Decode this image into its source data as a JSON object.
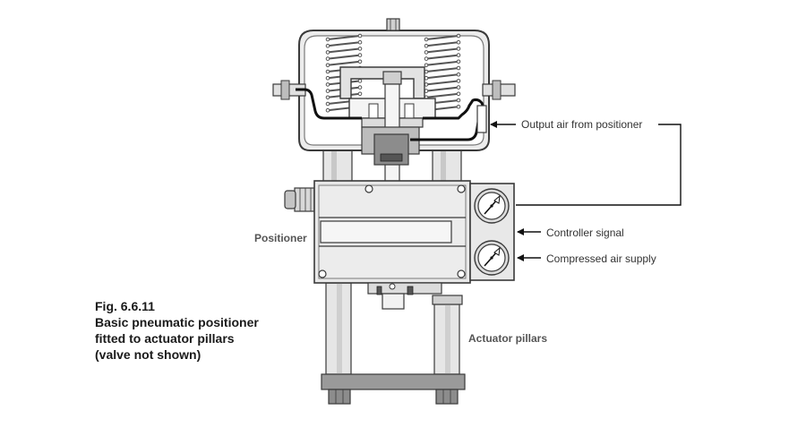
{
  "figure": {
    "caption_lines": [
      "Fig. 6.6.11",
      "Basic pneumatic positioner",
      "fitted to actuator pillars",
      "(valve not shown)"
    ]
  },
  "labels": {
    "output_air": "Output air from positioner",
    "positioner": "Positioner",
    "controller_signal": "Controller signal",
    "compressed_air": "Compressed air supply",
    "actuator_pillars": "Actuator pillars"
  },
  "colors": {
    "body_fill": "#e6e6e6",
    "dark_fill": "#8c8c8c",
    "outline": "#3a3a3a",
    "air_line": "#111111"
  }
}
